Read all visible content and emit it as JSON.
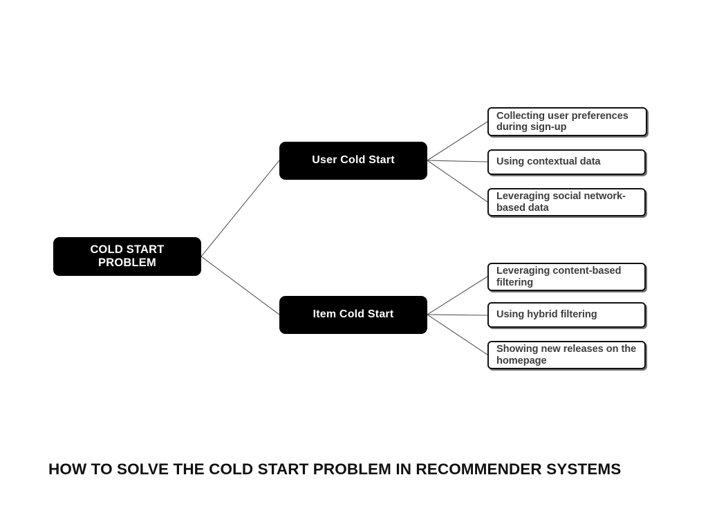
{
  "diagram": {
    "type": "mind-map-tree",
    "root": {
      "id": "root",
      "label": "COLD START\nPROBLEM",
      "style": "filled-black-rounded",
      "fill": "#000000",
      "text_color": "#ffffff"
    },
    "branches": [
      {
        "id": "user-cold-start",
        "label": "User Cold Start",
        "fill": "#000000",
        "text_color": "#ffffff",
        "leaves": [
          {
            "id": "leaf-u1",
            "label": "Collecting user preferences during sign-up"
          },
          {
            "id": "leaf-u2",
            "label": "Using contextual data"
          },
          {
            "id": "leaf-u3",
            "label": "Leveraging social network-based data"
          }
        ]
      },
      {
        "id": "item-cold-start",
        "label": "Item Cold Start",
        "fill": "#000000",
        "text_color": "#ffffff",
        "leaves": [
          {
            "id": "leaf-i1",
            "label": "Leveraging content-based filtering"
          },
          {
            "id": "leaf-i2",
            "label": "Using hybrid filtering"
          },
          {
            "id": "leaf-i3",
            "label": "Showing new releases on the homepage"
          }
        ]
      }
    ],
    "leaf_style": {
      "fill": "#ffffff",
      "border_color": "#111111",
      "text_color": "#3d3d3d"
    },
    "connector_color": "#555555"
  },
  "footer": {
    "title": "HOW TO SOLVE THE COLD START PROBLEM IN RECOMMENDER SYSTEMS",
    "text_color": "#111111"
  },
  "canvas": {
    "background": "#ffffff"
  }
}
